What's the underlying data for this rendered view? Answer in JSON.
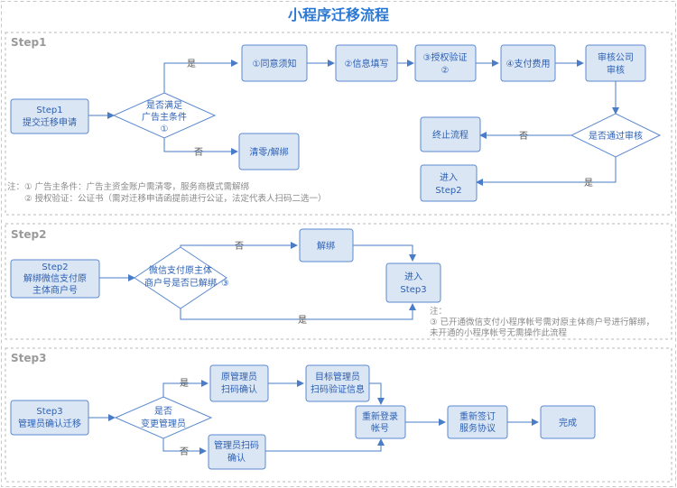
{
  "title": "小程序迁移流程",
  "colors": {
    "accent": "#2b78d3",
    "node_fill": "#dbe6f4",
    "node_stroke": "#5b8ad0",
    "edge": "#4a7cc7"
  },
  "step1": {
    "label": "Step1",
    "start": [
      "Step1",
      "提交迁移申请"
    ],
    "decision": [
      "是否满足",
      "广告主条件",
      "①"
    ],
    "yes": "是",
    "no": "否",
    "s1": "①同意须知",
    "s2": "②信息填写",
    "s3": [
      "③授权验证",
      "②"
    ],
    "s4": "④支付费用",
    "audit": [
      "审核公司",
      "审核"
    ],
    "audit_decision": "是否通过审核",
    "terminate": "终止流程",
    "next": [
      "进入",
      "Step2"
    ],
    "clear": "清零/解绑",
    "no2": "否",
    "yes2": "是",
    "note_prefix": "注：",
    "note1": "① 广告主条件：广告主资金账户需清零，服务商模式需解绑",
    "note2": "② 授权验证：公证书（需对迁移申请函提前进行公证，法定代表人扫码二选一）"
  },
  "step2": {
    "label": "Step2",
    "start": [
      "Step2",
      "解绑微信支付原",
      "主体商户号"
    ],
    "decision": [
      "微信支付原主体",
      "商户号是否已解绑",
      "③"
    ],
    "no": "否",
    "yes": "是",
    "unbind": "解绑",
    "next": [
      "进入",
      "Step3"
    ],
    "note_prefix": "注：",
    "note1": "③ 已开通微信支付小程序帐号需对原主体商户号进行解绑，",
    "note2": "未开通的小程序帐号无需操作此流程"
  },
  "step3": {
    "label": "Step3",
    "start": [
      "Step3",
      "管理员确认迁移"
    ],
    "decision": [
      "是否",
      "变更管理员"
    ],
    "yes": "是",
    "no": "否",
    "orig_admin": [
      "原管理员",
      "扫码确认"
    ],
    "target_admin": [
      "目标管理员",
      "扫码验证信息"
    ],
    "admin_scan": [
      "管理员扫码",
      "确认"
    ],
    "relogin": [
      "重新登录",
      "帐号"
    ],
    "resign": [
      "重新签订",
      "服务协议"
    ],
    "done": "完成"
  }
}
